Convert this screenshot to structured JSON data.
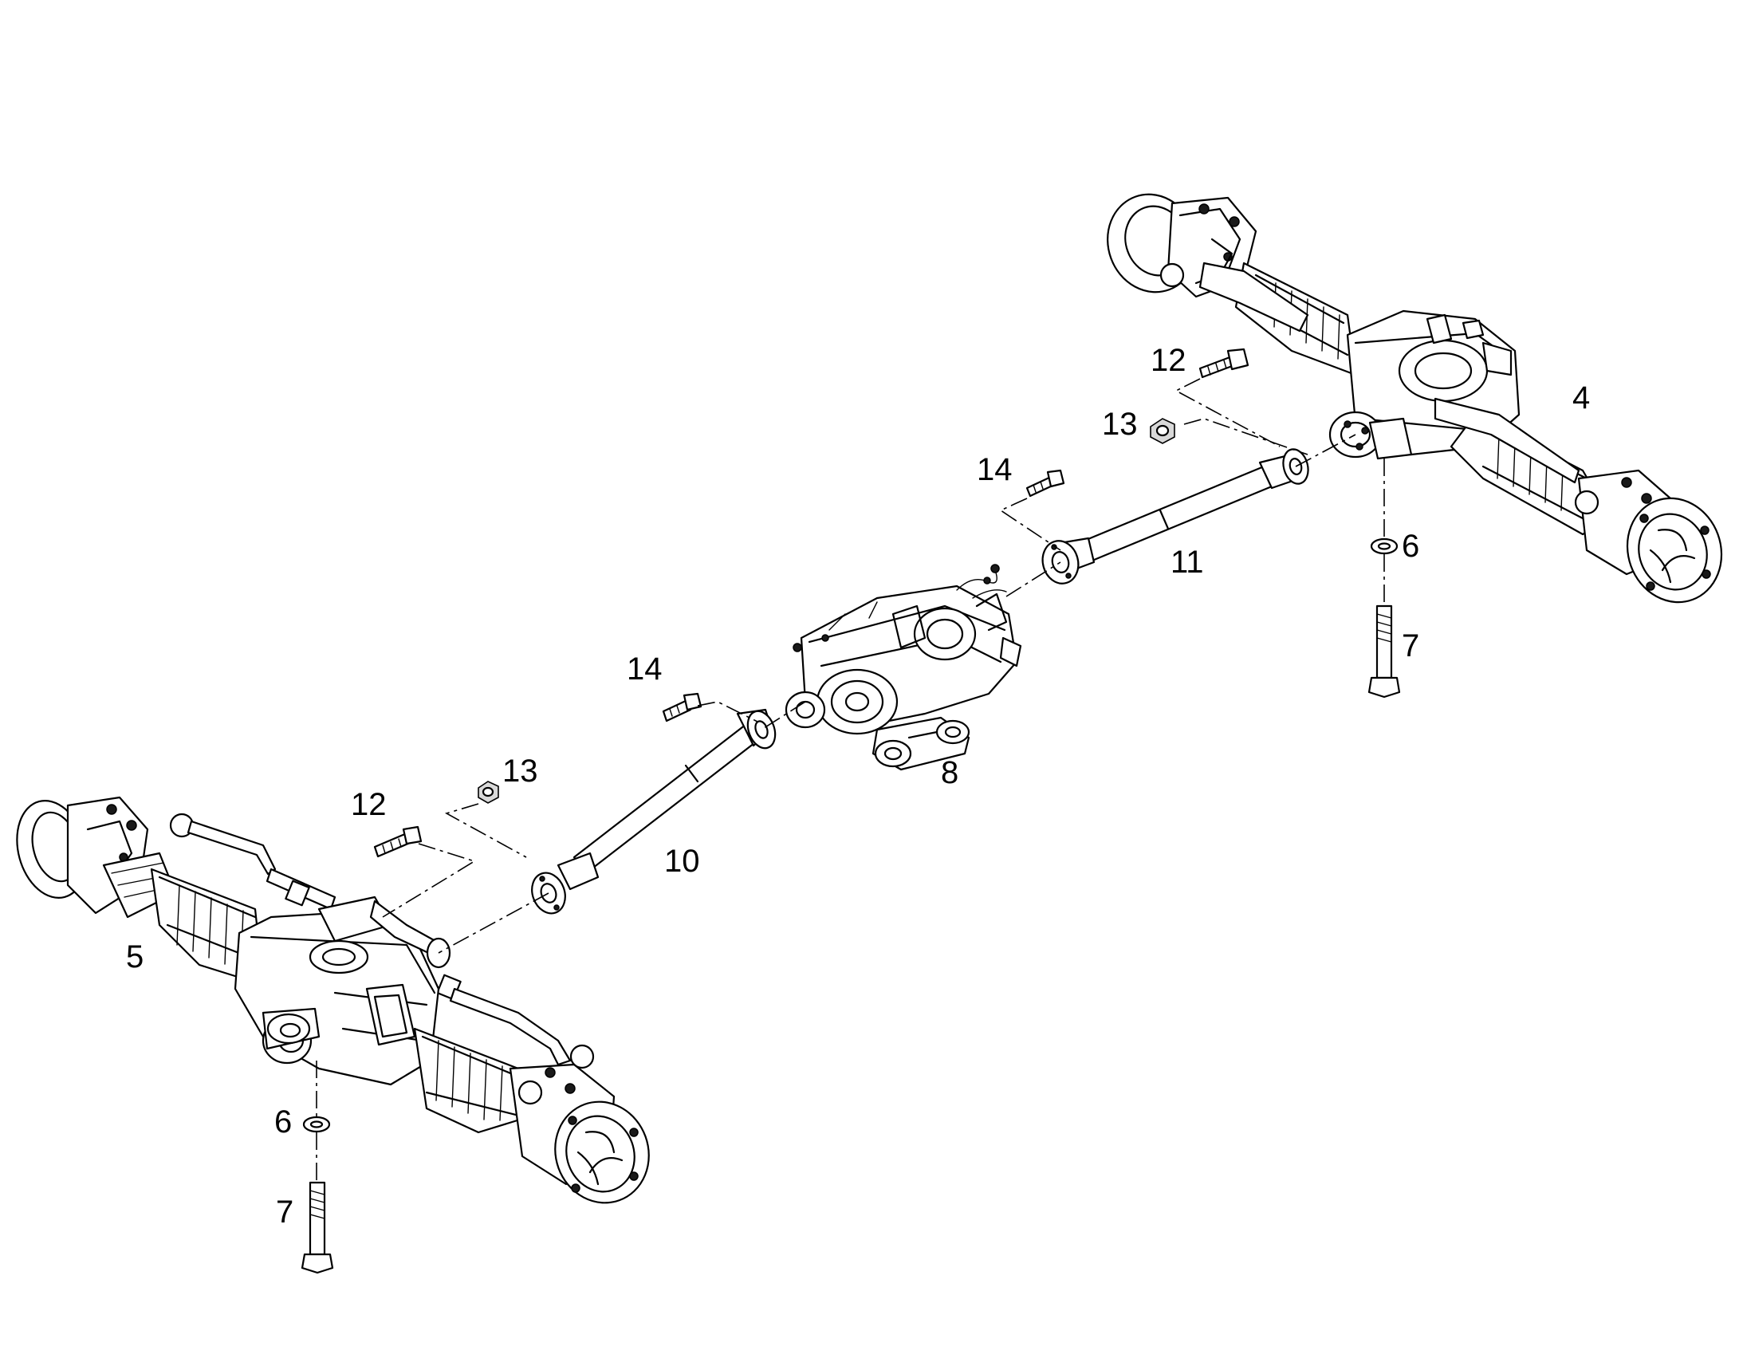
{
  "callouts": [
    {
      "id": "rear-axle",
      "label": "4"
    },
    {
      "id": "front-axle",
      "label": "5"
    },
    {
      "id": "washer-rear",
      "label": "6"
    },
    {
      "id": "washer-front",
      "label": "6"
    },
    {
      "id": "pivot-bolt-rear",
      "label": "7"
    },
    {
      "id": "pivot-bolt-front",
      "label": "7"
    },
    {
      "id": "transfer-gearbox",
      "label": "8"
    },
    {
      "id": "front-drive-shaft",
      "label": "10"
    },
    {
      "id": "rear-drive-shaft",
      "label": "11"
    },
    {
      "id": "bolt-rear",
      "label": "12"
    },
    {
      "id": "bolt-front",
      "label": "12"
    },
    {
      "id": "nut-rear",
      "label": "13"
    },
    {
      "id": "nut-front",
      "label": "13"
    },
    {
      "id": "bolt-gearbox-rear",
      "label": "14"
    },
    {
      "id": "bolt-gearbox-front",
      "label": "14"
    }
  ]
}
